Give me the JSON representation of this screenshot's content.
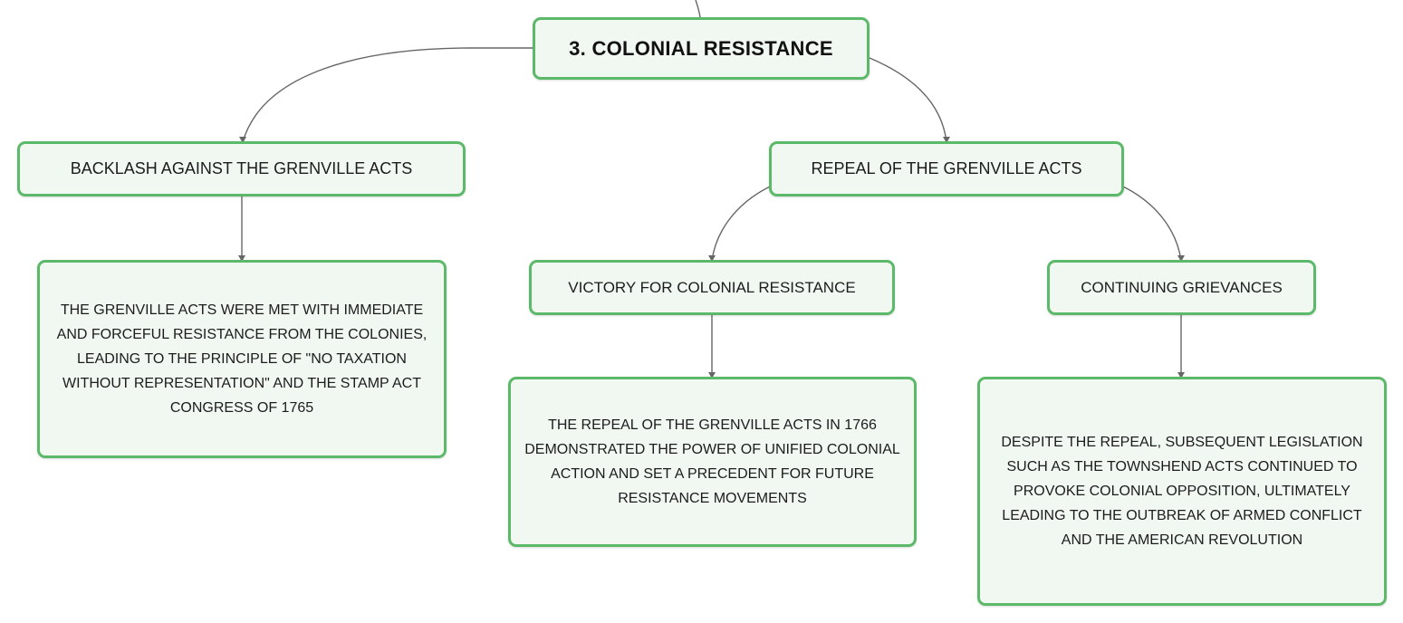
{
  "mindmap": {
    "root": {
      "label": "3. COLONIAL RESISTANCE"
    },
    "backlash": {
      "label": "BACKLASH AGAINST THE GRENVILLE ACTS",
      "detail": "THE GRENVILLE ACTS WERE MET WITH IMMEDIATE AND FORCEFUL RESISTANCE FROM THE COLONIES, LEADING TO THE PRINCIPLE OF \"NO TAXATION WITHOUT REPRESENTATION\" AND THE STAMP ACT CONGRESS OF 1765"
    },
    "repeal": {
      "label": "REPEAL OF THE GRENVILLE ACTS",
      "victory": {
        "label": "VICTORY FOR COLONIAL RESISTANCE",
        "detail": "THE REPEAL OF THE GRENVILLE ACTS IN 1766 DEMONSTRATED THE POWER OF UNIFIED COLONIAL ACTION AND SET A PRECEDENT FOR FUTURE RESISTANCE MOVEMENTS"
      },
      "grievances": {
        "label": "CONTINUING GRIEVANCES",
        "detail": "DESPITE THE REPEAL, SUBSEQUENT LEGISLATION SUCH AS THE TOWNSHEND ACTS CONTINUED TO PROVOKE COLONIAL OPPOSITION, ULTIMATELY LEADING TO THE OUTBREAK OF ARMED CONFLICT AND THE AMERICAN REVOLUTION"
      }
    }
  },
  "colors": {
    "node_border": "#5cb96a",
    "node_fill": "#f1f8f1",
    "connector": "#666666"
  }
}
